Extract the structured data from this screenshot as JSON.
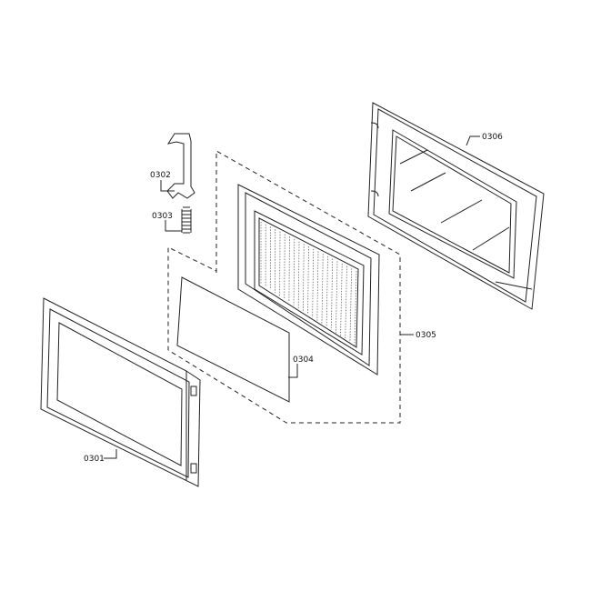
{
  "parts": [
    {
      "id": "0301"
    },
    {
      "id": "0302"
    },
    {
      "id": "0303"
    },
    {
      "id": "0304"
    },
    {
      "id": "0305"
    },
    {
      "id": "0306"
    }
  ],
  "colors": {
    "line": "#222222",
    "background": "#ffffff"
  }
}
